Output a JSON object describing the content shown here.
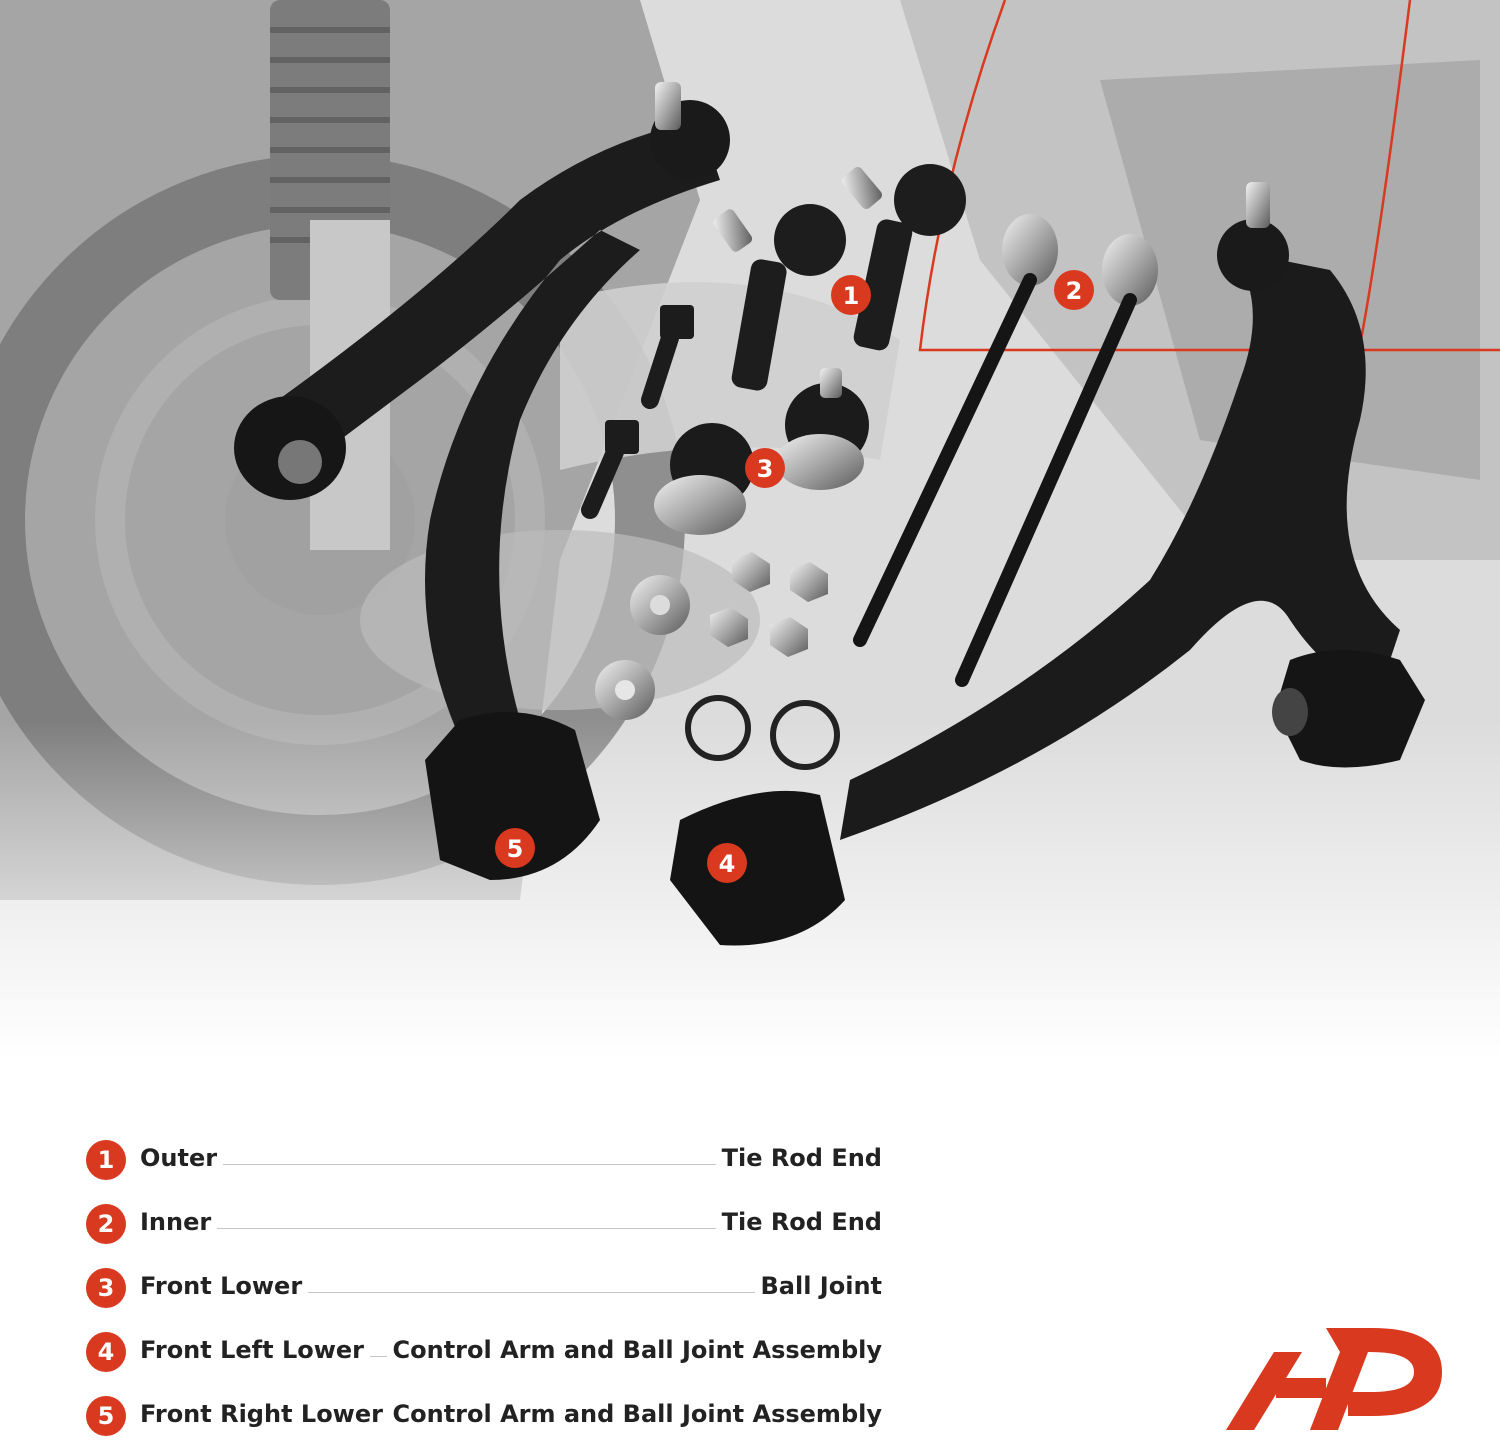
{
  "brand": {
    "accent": "#d9391f",
    "text": "#222222"
  },
  "markers": [
    "1",
    "2",
    "3",
    "4",
    "5"
  ],
  "legend": [
    {
      "num": "1",
      "left": "Outer",
      "right": "Tie Rod End"
    },
    {
      "num": "2",
      "left": "Inner",
      "right": "Tie Rod End"
    },
    {
      "num": "3",
      "left": "Front Lower",
      "right": "Ball Joint"
    },
    {
      "num": "4",
      "left": "Front Left Lower",
      "right": "Control Arm and Ball Joint Assembly"
    },
    {
      "num": "5",
      "left": "Front Right Lower",
      "right": "Control Arm and Ball Joint Assembly"
    }
  ],
  "logo": {
    "icon": "a-premium-logo-icon"
  }
}
